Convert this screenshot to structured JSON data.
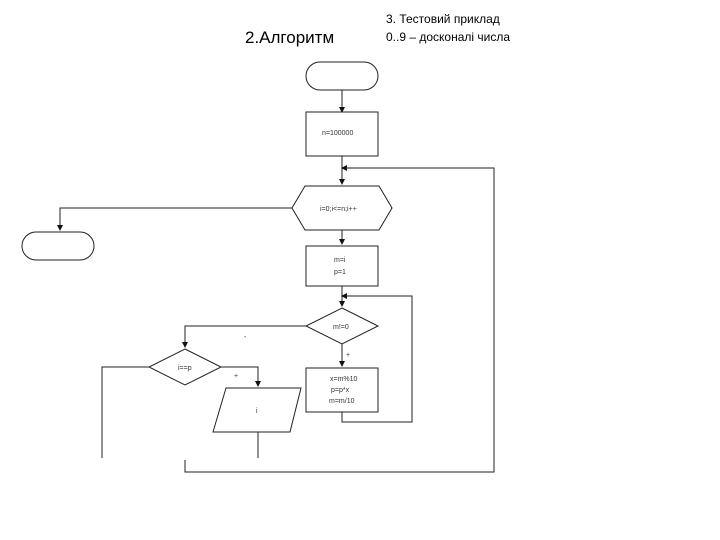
{
  "slide": {
    "title": "2.Алгоритм",
    "test_heading": "3. Тестовий приклад",
    "test_result": "0..9 – досконалі числа"
  },
  "flowchart": {
    "process_init": "n=100000",
    "loop": "i=0;i<=n;i++",
    "process_assign_1": "m=i",
    "process_assign_2": "p=1",
    "decision_m": "m!=0",
    "decision_i": "i==p",
    "process_body_1": "x=m%10",
    "process_body_2": "p=p*x",
    "process_body_3": "m=m/10",
    "output": "i",
    "edge_false": "-",
    "edge_true": "+",
    "edge_m_true": "+"
  }
}
